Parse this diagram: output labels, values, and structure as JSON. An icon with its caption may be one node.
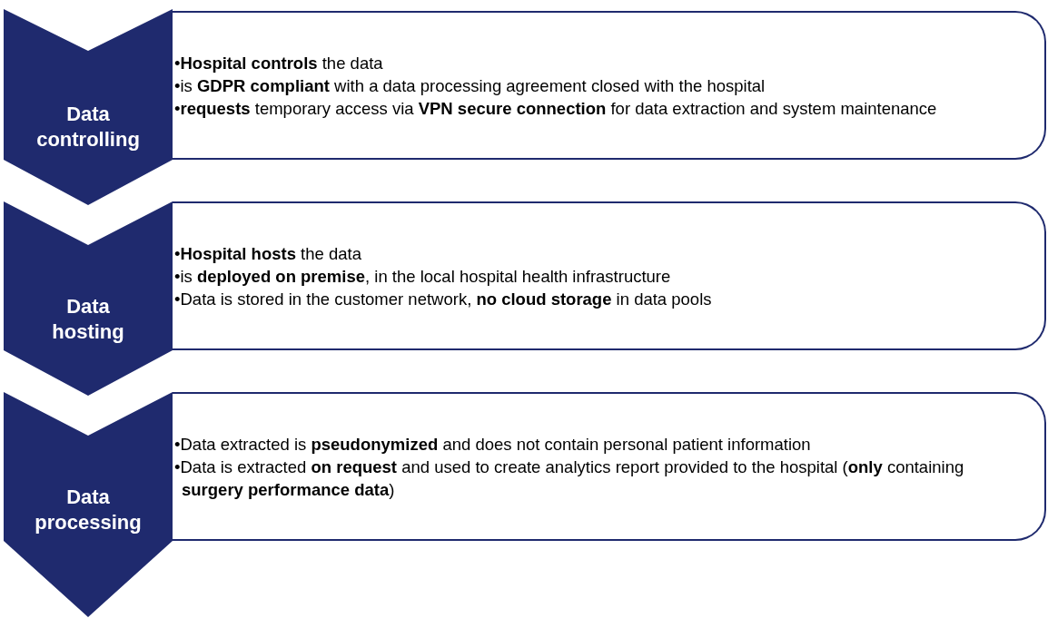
{
  "diagram": {
    "nodes": [
      {
        "text": [
          "Data controlling"
        ]
      },
      {
        "text": [
          "•**Hospital controls** the data",
          "•is **GDPR compliant** with a data processing agreement closed with the hospital",
          "•**requests** temporary access via **VPN secure connection** for data extraction and system maintenance"
        ]
      },
      {
        "text": [
          "Data hosting"
        ]
      },
      {
        "text": [
          "•**Hospital hosts** the data",
          "•is **deployed on premise**, in the local hospital health infrastructure",
          "•Data is stored in the customer network, **no cloud storage** in data pools"
        ]
      },
      {
        "text": [
          "Data processing"
        ]
      },
      {
        "text": [
          "•Data extracted is **pseudonymized** and does not contain personal patient information",
          "•Data is extracted **on request** and used to create analytics report provided to the hospital (**only** containing **surgery performance data**)"
        ]
      }
    ]
  }
}
